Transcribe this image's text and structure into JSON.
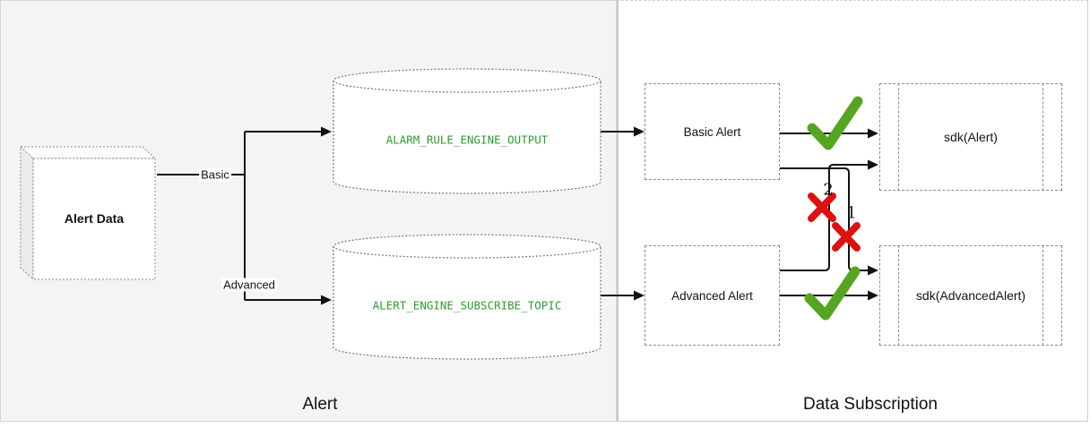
{
  "diagram": {
    "sections": [
      {
        "id": "alert",
        "title": "Alert"
      },
      {
        "id": "data_subscription",
        "title": "Data Subscription"
      }
    ],
    "nodes": {
      "alert_data": {
        "label": "Alert Data",
        "shape": "3d-box"
      },
      "alarm_rule_engine_output": {
        "label": "ALARM_RULE_ENGINE_OUTPUT",
        "shape": "cylinder"
      },
      "alert_engine_subscribe_topic": {
        "label": "ALERT_ENGINE_SUBSCRIBE_TOPIC",
        "shape": "cylinder"
      },
      "basic_alert": {
        "label": "Basic Alert",
        "shape": "dashed-box"
      },
      "advanced_alert": {
        "label": "Advanced Alert",
        "shape": "dashed-box"
      },
      "sdk_alert": {
        "label": "sdk(Alert)",
        "shape": "dashed-component-box"
      },
      "sdk_advanced_alert": {
        "label": "sdk(AdvancedAlert)",
        "shape": "dashed-component-box"
      }
    },
    "edge_labels": {
      "basic": "Basic",
      "advanced": "Advanced",
      "invalid_path_1": "1",
      "invalid_path_2": "2"
    },
    "connections": [
      {
        "from": "alert_data",
        "to": "alarm_rule_engine_output",
        "label": "Basic"
      },
      {
        "from": "alert_data",
        "to": "alert_engine_subscribe_topic",
        "label": "Advanced"
      },
      {
        "from": "alarm_rule_engine_output",
        "to": "basic_alert"
      },
      {
        "from": "alert_engine_subscribe_topic",
        "to": "advanced_alert"
      },
      {
        "from": "basic_alert",
        "to": "sdk_alert",
        "status": "valid",
        "marker": "green-check"
      },
      {
        "from": "advanced_alert",
        "to": "sdk_advanced_alert",
        "status": "valid",
        "marker": "green-check"
      },
      {
        "from": "basic_alert",
        "to": "sdk_advanced_alert",
        "status": "invalid",
        "marker": "red-x",
        "number": "1"
      },
      {
        "from": "advanced_alert",
        "to": "sdk_alert",
        "status": "invalid",
        "marker": "red-x",
        "number": "2"
      }
    ],
    "icons": {
      "valid": "checkmark",
      "invalid": "x-mark"
    }
  },
  "colors": {
    "left_panel_bg": "#f4f4f4",
    "right_panel_bg": "#ffffff",
    "topic_text_green": "#2f9b2f",
    "check_green": "#56a522",
    "cross_red": "#de1111",
    "connector_black": "#111111",
    "dashed_border_gray": "#8c8c8c"
  }
}
